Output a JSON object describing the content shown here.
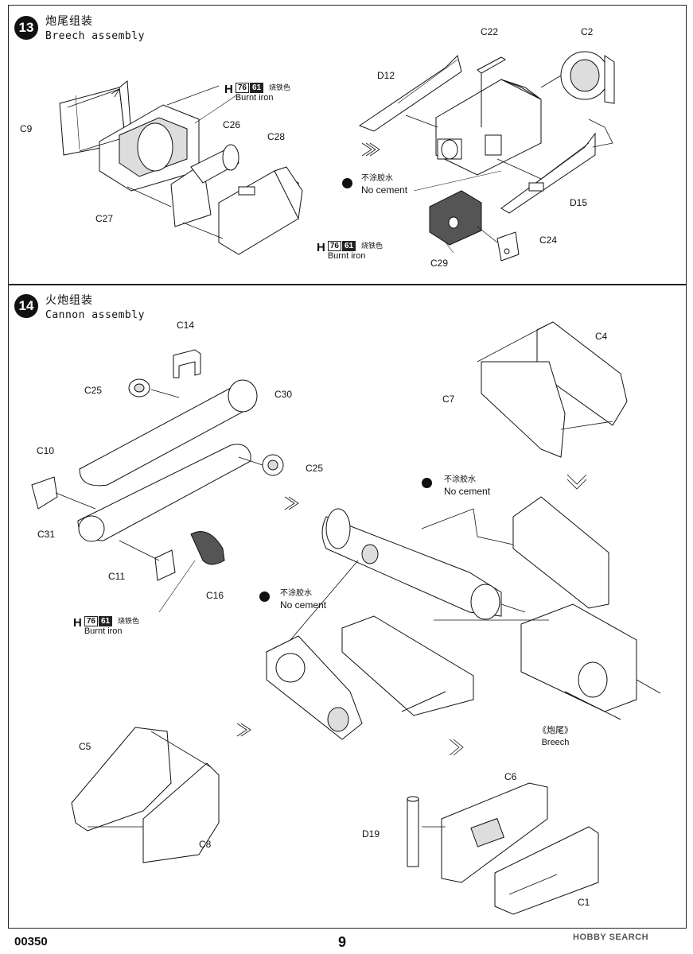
{
  "step13": {
    "number": "13",
    "title_cn": "炮尾组装",
    "title_en": "Breech assembly",
    "labels": {
      "c9": "C9",
      "c27": "C27",
      "c26": "C26",
      "c28": "C28",
      "c22": "C22",
      "c2": "C2",
      "d12": "D12",
      "d15": "D15",
      "c29": "C29",
      "c24": "C24"
    },
    "paint_a": {
      "prefix": "H",
      "code1": "76",
      "code2": "61",
      "name_cn": "烧铁色",
      "name_en": "Burnt iron"
    },
    "paint_b": {
      "prefix": "H",
      "code1": "76",
      "code2": "61",
      "name_cn": "烧铁色",
      "name_en": "Burnt iron"
    },
    "no_cement": {
      "zh": "不涂胶水",
      "en": "No cement"
    }
  },
  "step14": {
    "number": "14",
    "title_cn": "火炮组装",
    "title_en": "Cannon assembly",
    "labels": {
      "c14": "C14",
      "c25a": "C25",
      "c30": "C30",
      "c10": "C10",
      "c25b": "C25",
      "c31": "C31",
      "c11": "C11",
      "c16": "C16",
      "c4": "C4",
      "c7": "C7",
      "c5": "C5",
      "c8": "C8",
      "c6": "C6",
      "d19": "D19",
      "c1": "C1"
    },
    "paint": {
      "prefix": "H",
      "code1": "76",
      "code2": "61",
      "name_cn": "烧铁色",
      "name_en": "Burnt iron"
    },
    "no_cement_a": {
      "zh": "不涂胶水",
      "en": "No cement"
    },
    "no_cement_b": {
      "zh": "不涂胶水",
      "en": "No cement"
    },
    "breech_ref": {
      "zh": "《炮尾》",
      "en": "Breech"
    }
  },
  "footer": {
    "code": "00350",
    "page": "9",
    "watermark": "HOBBY SEARCH"
  }
}
